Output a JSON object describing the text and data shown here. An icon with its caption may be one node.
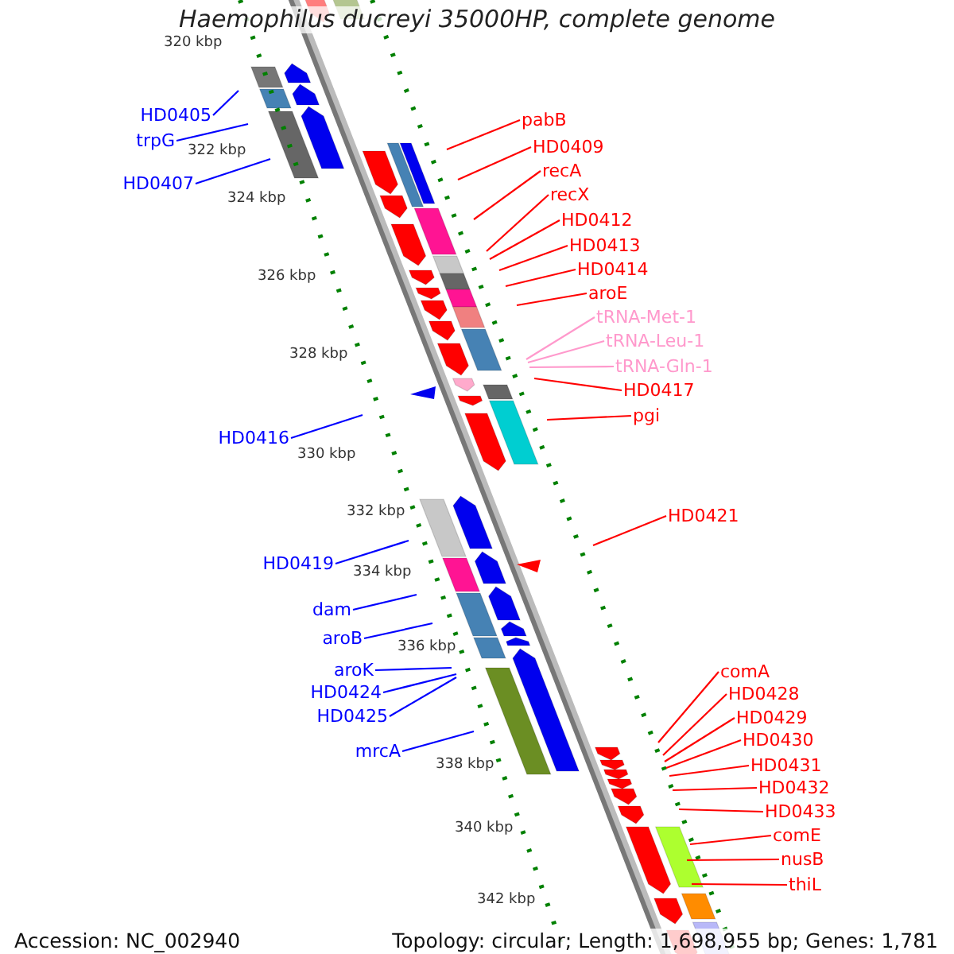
{
  "diagram": {
    "title": "Haemophilus ducreyi 35000HP, complete genome",
    "nodes": [
      {
        "text": [
          "HD0405"
        ]
      },
      {
        "text": [
          "trpG"
        ]
      },
      {
        "text": [
          "HD0407"
        ]
      },
      {
        "text": [
          "HD0416"
        ]
      },
      {
        "text": [
          "HD0419"
        ]
      },
      {
        "text": [
          "dam"
        ]
      },
      {
        "text": [
          "aroB"
        ]
      },
      {
        "text": [
          "aroK"
        ]
      },
      {
        "text": [
          "HD0424"
        ]
      },
      {
        "text": [
          "HD0425"
        ]
      },
      {
        "text": [
          "mrcA"
        ]
      },
      {
        "text": [
          "pabB"
        ]
      },
      {
        "text": [
          "HD0409"
        ]
      },
      {
        "text": [
          "recA"
        ]
      },
      {
        "text": [
          "recX"
        ]
      },
      {
        "text": [
          "HD0412"
        ]
      },
      {
        "text": [
          "HD0413"
        ]
      },
      {
        "text": [
          "HD0414"
        ]
      },
      {
        "text": [
          "aroE"
        ]
      },
      {
        "text": [
          "tRNA-Met-1"
        ]
      },
      {
        "text": [
          "tRNA-Leu-1"
        ]
      },
      {
        "text": [
          "tRNA-Gln-1"
        ]
      },
      {
        "text": [
          "HD0417"
        ]
      },
      {
        "text": [
          "pgi"
        ]
      },
      {
        "text": [
          "HD0421"
        ]
      },
      {
        "text": [
          "comA"
        ]
      },
      {
        "text": [
          "HD0428"
        ]
      },
      {
        "text": [
          "HD0429"
        ]
      },
      {
        "text": [
          "HD0430"
        ]
      },
      {
        "text": [
          "HD0431"
        ]
      },
      {
        "text": [
          "HD0432"
        ]
      },
      {
        "text": [
          "HD0433"
        ]
      },
      {
        "text": [
          "comE"
        ]
      },
      {
        "text": [
          "nusB"
        ]
      },
      {
        "text": [
          "thiL"
        ]
      }
    ],
    "edges": [
      {
        "from": 0,
        "to": null,
        "arrow": "none",
        "color": "#0000ff"
      },
      {
        "from": 1,
        "to": null,
        "arrow": "none",
        "color": "#0000ff"
      },
      {
        "from": 2,
        "to": null,
        "arrow": "none",
        "color": "#0000ff"
      },
      {
        "from": 3,
        "to": null,
        "arrow": "none",
        "color": "#0000ff"
      },
      {
        "from": 4,
        "to": null,
        "arrow": "none",
        "color": "#0000ff"
      },
      {
        "from": 5,
        "to": null,
        "arrow": "none",
        "color": "#0000ff"
      },
      {
        "from": 6,
        "to": null,
        "arrow": "none",
        "color": "#0000ff"
      },
      {
        "from": 7,
        "to": null,
        "arrow": "none",
        "color": "#0000ff"
      },
      {
        "from": 8,
        "to": null,
        "arrow": "none",
        "color": "#0000ff"
      },
      {
        "from": 9,
        "to": null,
        "arrow": "none",
        "color": "#0000ff"
      },
      {
        "from": 10,
        "to": null,
        "arrow": "none",
        "color": "#0000ff"
      },
      {
        "from": 11,
        "to": null,
        "arrow": "none"
      },
      {
        "from": 12,
        "to": null,
        "arrow": "none"
      },
      {
        "from": 13,
        "to": null,
        "arrow": "none"
      },
      {
        "from": 14,
        "to": null,
        "arrow": "none"
      },
      {
        "from": 15,
        "to": null,
        "arrow": "none"
      },
      {
        "from": 16,
        "to": null,
        "arrow": "none"
      },
      {
        "from": 17,
        "to": null,
        "arrow": "none"
      },
      {
        "from": 18,
        "to": null,
        "arrow": "none"
      },
      {
        "from": 19,
        "to": null,
        "arrow": "none",
        "color": "#ff99cc"
      },
      {
        "from": 20,
        "to": null,
        "arrow": "none",
        "color": "#ff99cc"
      },
      {
        "from": 21,
        "to": null,
        "arrow": "none",
        "color": "#ff99cc"
      },
      {
        "from": 22,
        "to": null,
        "arrow": "none"
      },
      {
        "from": 23,
        "to": null,
        "arrow": "none"
      },
      {
        "from": 24,
        "to": null,
        "arrow": "none"
      },
      {
        "from": 25,
        "to": null,
        "arrow": "none"
      },
      {
        "from": 26,
        "to": null,
        "arrow": "none"
      },
      {
        "from": 27,
        "to": null,
        "arrow": "none"
      },
      {
        "from": 28,
        "to": null,
        "arrow": "none"
      },
      {
        "from": 29,
        "to": null,
        "arrow": "none"
      },
      {
        "from": 30,
        "to": null,
        "arrow": "none"
      },
      {
        "from": 31,
        "to": null,
        "arrow": "none"
      },
      {
        "from": 32,
        "to": null,
        "arrow": "none"
      },
      {
        "from": 33,
        "to": null,
        "arrow": "none"
      },
      {
        "from": 34,
        "to": null,
        "arrow": "none"
      }
    ],
    "labels": [
      "320 kbp",
      "322 kbp",
      "324 kbp",
      "326 kbp",
      "328 kbp",
      "330 kbp",
      "332 kbp",
      "334 kbp",
      "336 kbp",
      "338 kbp",
      "340 kbp",
      "342 kbp",
      "Accession: NC_002940",
      "Topology: circular; Length: 1,698,955 bp; Genes: 1,781"
    ]
  }
}
